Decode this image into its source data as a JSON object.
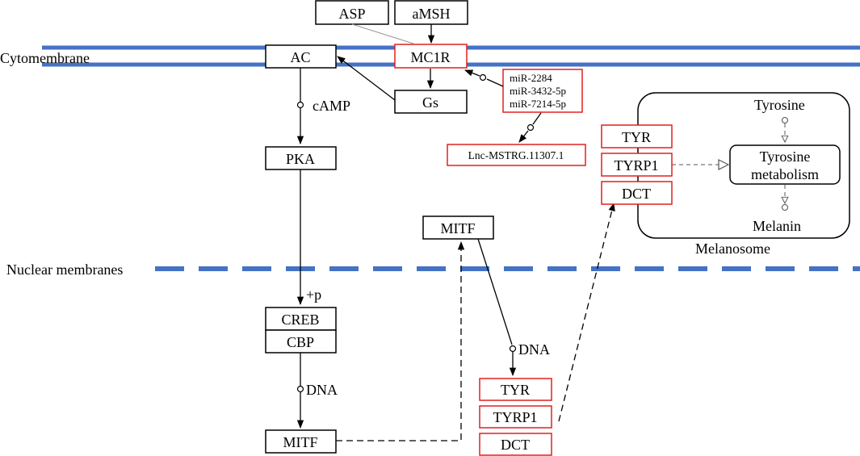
{
  "colors": {
    "membrane": "#4472c4",
    "box_outline": "#000000",
    "highlight_outline": "#e02020",
    "inhibitor_line": "#999999"
  },
  "membranes": {
    "cytomembrane": "Cytomembrane",
    "nuclear": "Nuclear membranes"
  },
  "melanosome": {
    "label": "Melanosome",
    "tyrosine": "Tyrosine",
    "metabolism_line1": "Tyrosine",
    "metabolism_line2": "metabolism",
    "melanin": "Melanin"
  },
  "nodes": {
    "asp": "ASP",
    "amsh": "aMSH",
    "ac": "AC",
    "mc1r": "MC1R",
    "gs": "Gs",
    "pka": "PKA",
    "creb": "CREB",
    "cbp": "CBP",
    "mitf_left": "MITF",
    "mitf_mid": "MITF",
    "tyr_bottom": "TYR",
    "tyrp1_bottom": "TYRP1",
    "dct_bottom": "DCT",
    "tyr_right": "TYR",
    "tyrp1_right": "TYRP1",
    "dct_right": "DCT",
    "lnc": "Lnc-MSTRG.11307.1"
  },
  "mirna": [
    "miR-2284",
    "miR-3432-5p",
    "miR-7214-5p"
  ],
  "edge_labels": {
    "camp": "cAMP",
    "phospho": "+p",
    "dna_left": "DNA",
    "dna_mid": "DNA"
  }
}
